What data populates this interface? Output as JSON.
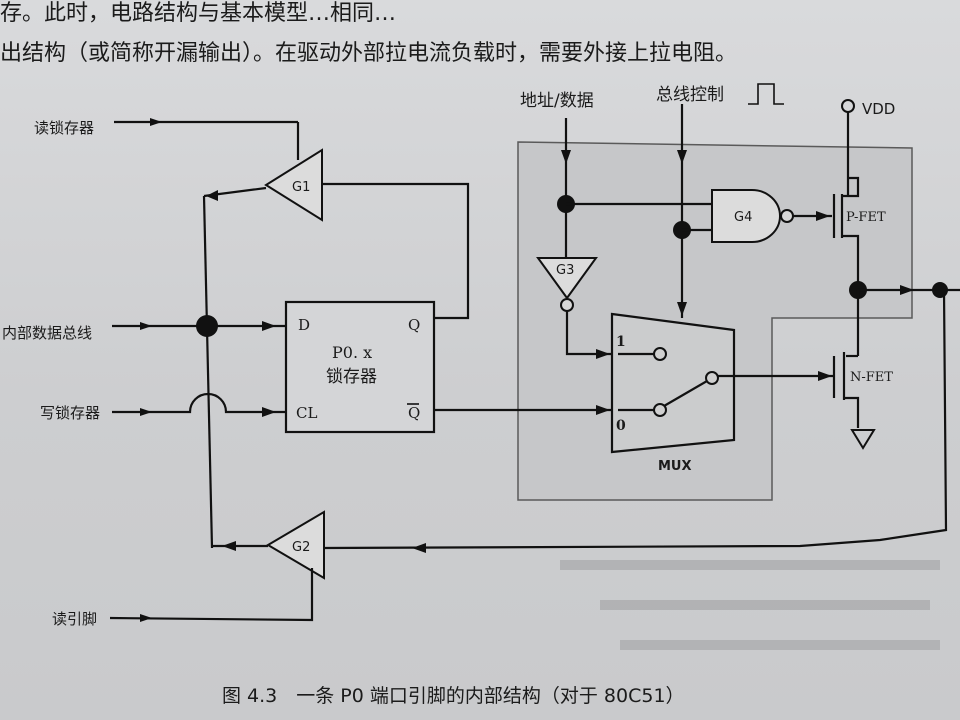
{
  "page": {
    "top_text": [
      "存。此时，电路结构与基本模型…相同…",
      "出结构（或简称开漏输出）。在驱动外部拉电流负载时，需要外接上拉电阻。"
    ]
  },
  "diagram": {
    "labels": {
      "read_latch": "读锁存器",
      "internal_bus": "内部数据总线",
      "write_latch": "写锁存器",
      "read_pin": "读引脚",
      "addr_data": "地址/数据",
      "bus_ctrl": "总线控制",
      "vdd": "VDD",
      "latch_line1": "P0. x",
      "latch_line2": "锁存器",
      "latch_d": "D",
      "latch_q": "Q",
      "latch_cl": "CL",
      "latch_qbar": "Q",
      "g1": "G1",
      "g2": "G2",
      "g3": "G3",
      "g4": "G4",
      "mux": "MUX",
      "mux_1": "1",
      "mux_0": "0",
      "pfet": "P-FET",
      "nfet": "N-FET"
    },
    "caption": "图 4.3　一条 P0 端口引脚的内部结构（对于 80C51）"
  }
}
